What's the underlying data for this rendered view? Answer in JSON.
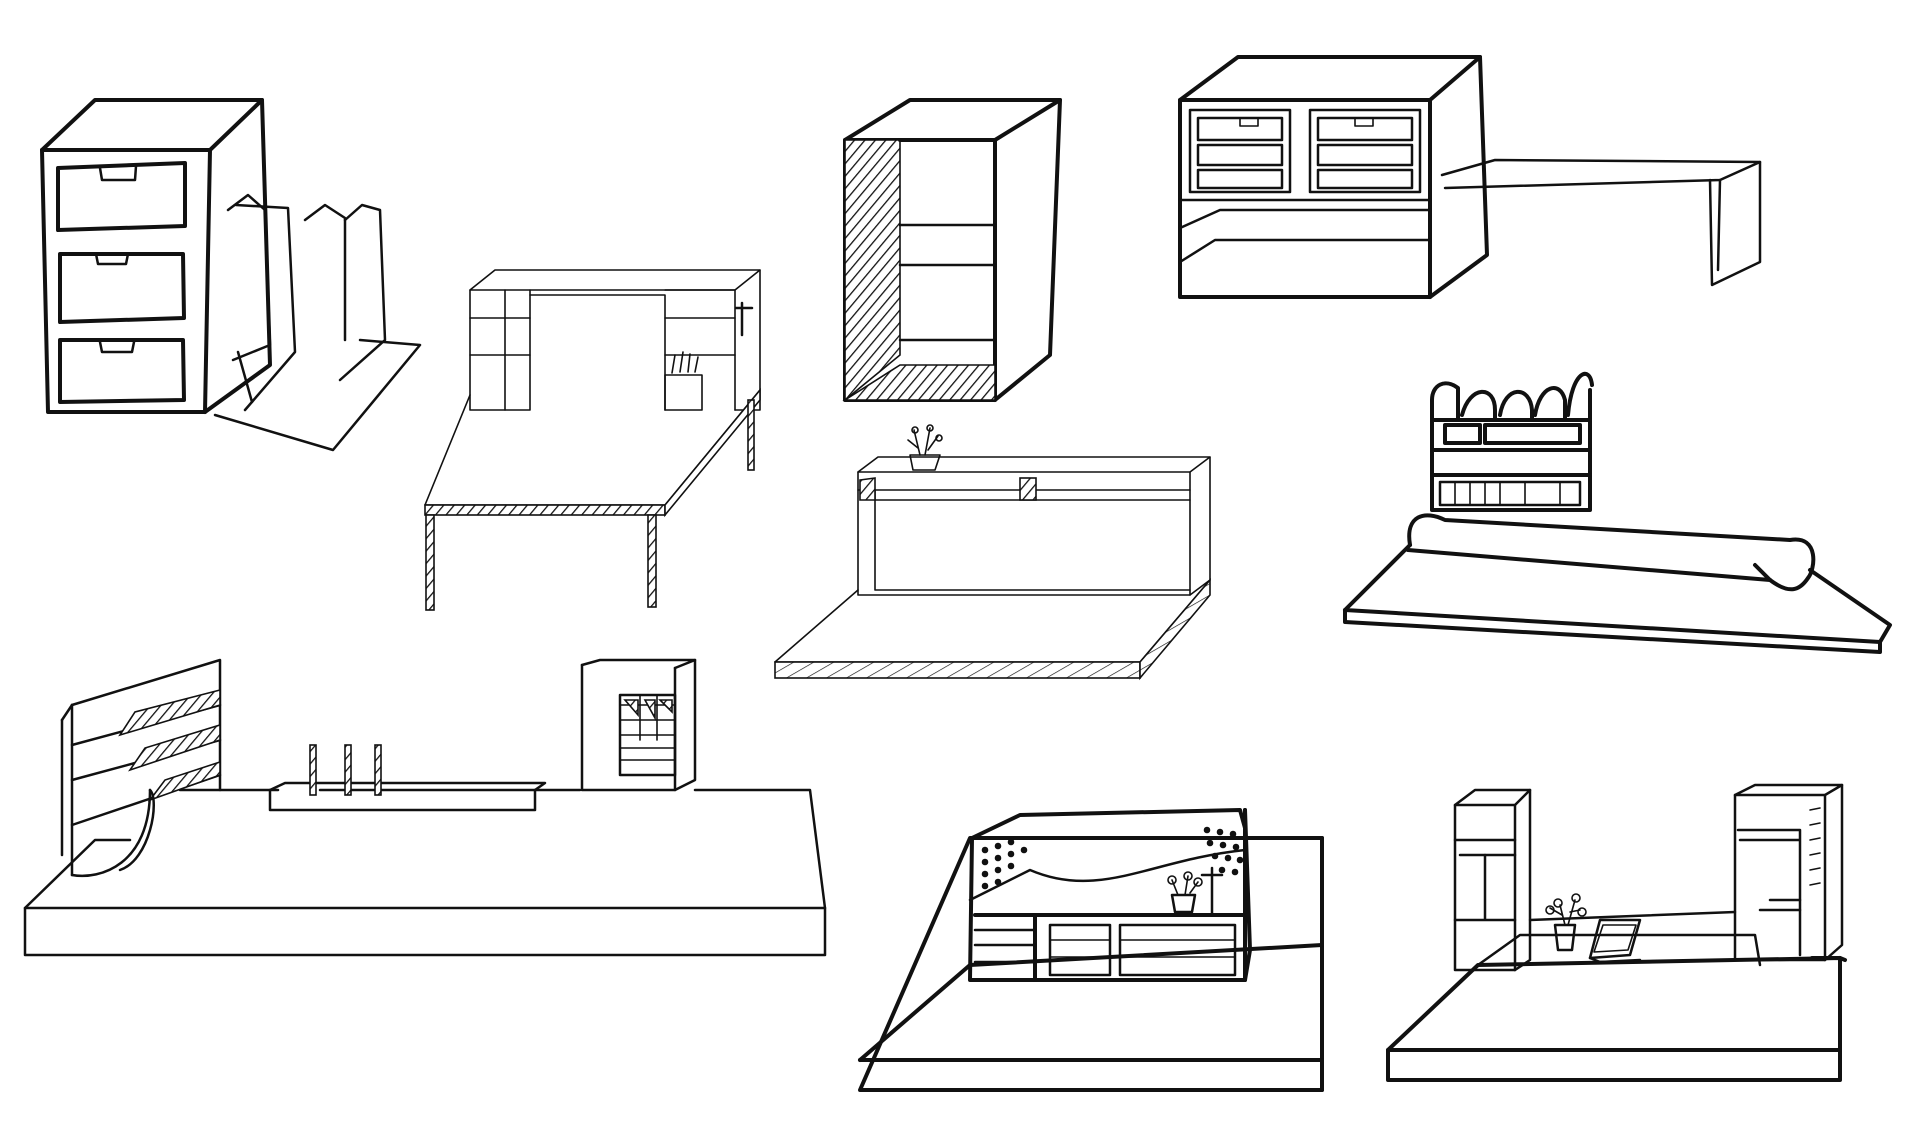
{
  "sketches": [
    {
      "id": "drawer-cabinet-with-dividers"
    },
    {
      "id": "desk-with-side-shelves"
    },
    {
      "id": "open-shelf-unit"
    },
    {
      "id": "drawer-hutch-with-side-table"
    },
    {
      "id": "floating-desk-with-plant"
    },
    {
      "id": "desk-with-rounded-organizer"
    },
    {
      "id": "l-shelf-desk-with-pen-rack"
    },
    {
      "id": "box-desk-with-pegboard"
    },
    {
      "id": "twin-tower-desk"
    }
  ],
  "colors": {
    "ink": "#111111",
    "paper": "#ffffff"
  }
}
